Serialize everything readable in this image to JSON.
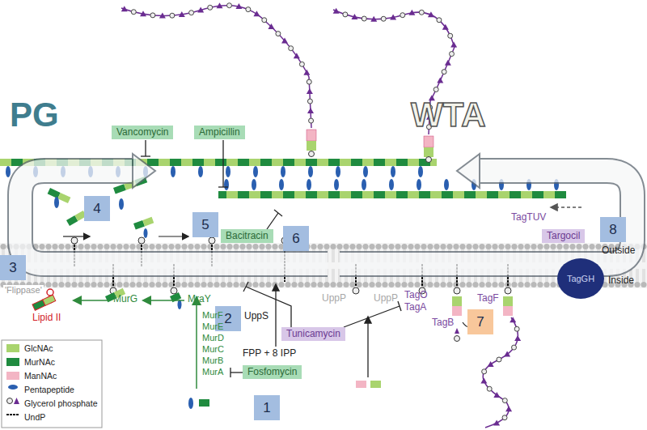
{
  "diagram": {
    "nodes": [
      {
        "text": [
          "Vancomycin"
        ]
      },
      {
        "text": [
          "Ampicillin"
        ]
      },
      {
        "text": [
          "4"
        ]
      },
      {
        "text": [
          "5"
        ]
      },
      {
        "text": [
          "Bacitracin"
        ]
      },
      {
        "text": [
          "6"
        ]
      },
      {
        "text": [
          "3"
        ]
      },
      {
        "text": [
          "Targocil"
        ]
      },
      {
        "text": [
          "8"
        ]
      },
      {
        "text": [
          "TagGH"
        ]
      },
      {
        "text": [
          "2"
        ]
      },
      {
        "text": [
          "Tunicamycin"
        ]
      },
      {
        "text": [
          "7"
        ]
      },
      {
        "text": [
          "Fosfomycin"
        ]
      },
      {
        "text": [
          "1"
        ]
      }
    ],
    "labels": [
      "PG",
      "WTA",
      "'Flippase'",
      "Lipid II",
      "MurG",
      "MraY",
      "UppP",
      "UppP",
      "TagO",
      "TagA",
      "TagB",
      "TagF",
      "TagTUV",
      "Outside",
      "Inside",
      "UppS",
      "FPP + 8 IPP",
      "MurF",
      "MurE",
      "MurD",
      "MurC",
      "MurB",
      "MurA"
    ],
    "legend": [
      {
        "text": "GlcNAc",
        "color": "#a9d46e"
      },
      {
        "text": "MurNAc",
        "color": "#1f8b3f"
      },
      {
        "text": "ManNAc",
        "color": "#f3b5c4"
      },
      {
        "text": "Pentapeptide"
      },
      {
        "text": "Glycerol phosphate"
      },
      {
        "text": "UndP"
      }
    ]
  }
}
